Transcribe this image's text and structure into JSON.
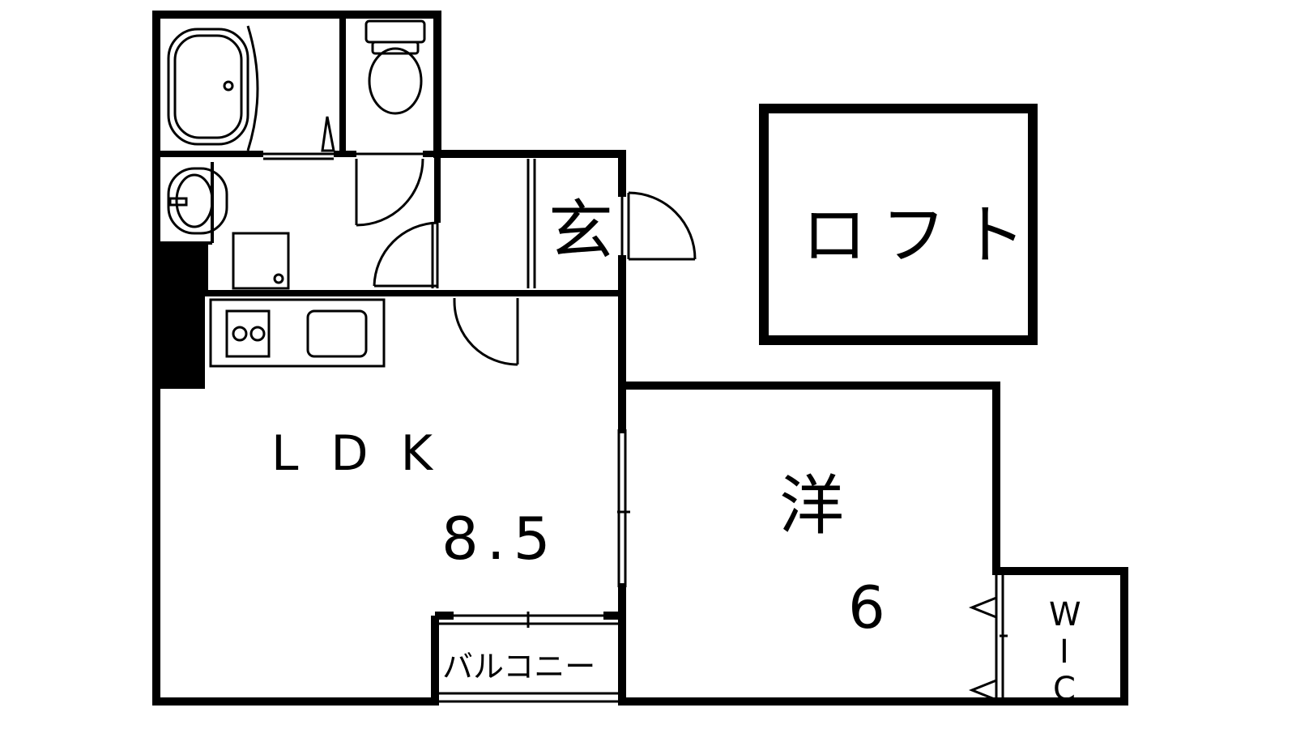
{
  "rooms": {
    "ldk": {
      "name": "LDK",
      "size": "8.5"
    },
    "western": {
      "name": "洋",
      "size": "6"
    },
    "entrance": {
      "name": "玄"
    },
    "loft": {
      "name": "ロフト"
    },
    "balcony": {
      "name": "バルコニー"
    },
    "wic": {
      "letters": [
        "W",
        "I",
        "C"
      ]
    }
  }
}
